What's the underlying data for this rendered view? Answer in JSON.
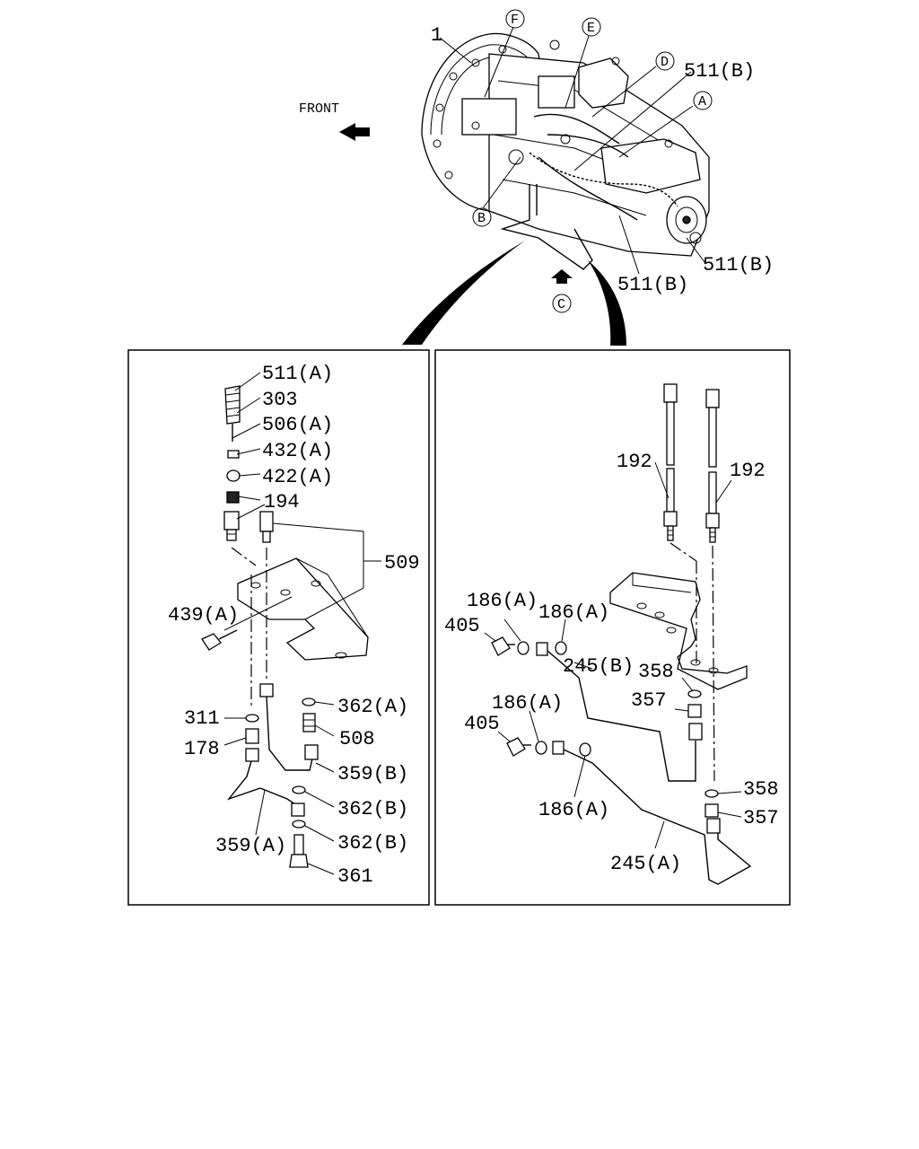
{
  "overview": {
    "front_label": "FRONT",
    "callouts": {
      "c1": "1",
      "cF": "F",
      "cE": "E",
      "cD": "D",
      "cA": "A",
      "cB": "B",
      "cC": "C",
      "c511b_1": "511(B)",
      "c511b_2": "511(B)",
      "c511b_3": "511(B)"
    }
  },
  "left_panel": {
    "labels": {
      "l511a": "511(A)",
      "l303": "303",
      "l506a": "506(A)",
      "l432a": "432(A)",
      "l422a": "422(A)",
      "l194": "194",
      "l509": "509",
      "l439a": "439(A)",
      "l362a": "362(A)",
      "l311": "311",
      "l508": "508",
      "l178": "178",
      "l359b": "359(B)",
      "l362b_1": "362(B)",
      "l359a": "359(A)",
      "l362b_2": "362(B)",
      "l361": "361"
    }
  },
  "right_panel": {
    "labels": {
      "r192_l": "192",
      "r192_r": "192",
      "r186a_1": "186(A)",
      "r186a_2": "186(A)",
      "r405_1": "405",
      "r245b": "245(B)",
      "r358_1": "358",
      "r357_1": "357",
      "r186a_3": "186(A)",
      "r405_2": "405",
      "r186a_4": "186(A)",
      "r358_2": "358",
      "r357_2": "357",
      "r245a": "245(A)"
    }
  }
}
